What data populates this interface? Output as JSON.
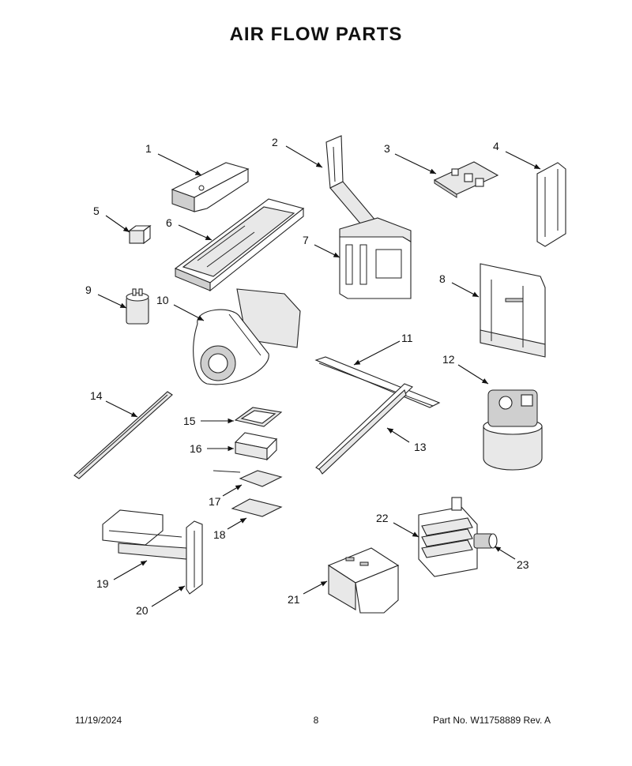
{
  "title": "AIR FLOW PARTS",
  "footer": {
    "date": "11/19/2024",
    "page": "8",
    "part_no": "Part No.  W11758889  Rev.  A"
  },
  "callouts": {
    "c1": "1",
    "c2": "2",
    "c3": "3",
    "c4": "4",
    "c5": "5",
    "c6": "6",
    "c7": "7",
    "c8": "8",
    "c9": "9",
    "c10": "10",
    "c11": "11",
    "c12": "12",
    "c13": "13",
    "c14": "14",
    "c15": "15",
    "c16": "16",
    "c17": "17",
    "c18": "18",
    "c19": "19",
    "c20": "20",
    "c21": "21",
    "c22": "22",
    "c23": "23"
  }
}
